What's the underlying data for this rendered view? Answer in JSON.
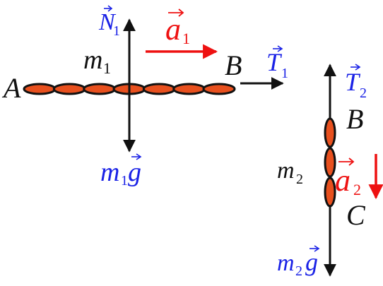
{
  "colors": {
    "force_label": "#1a22e6",
    "acceleration": "#ee1111",
    "chain_fill": "#e8501e",
    "chain_stroke": "#111111",
    "arrow": "#111111",
    "text": "#111111"
  },
  "body1": {
    "mass": {
      "symbol": "m",
      "sub": "1"
    },
    "end_left": "A",
    "end_right": "B",
    "link_count": 7,
    "normal_force": {
      "symbol": "N",
      "sub": "1"
    },
    "weight": {
      "symbol": "m",
      "sub": "1",
      "vec": "g"
    },
    "tension": {
      "symbol": "T",
      "sub": "1"
    },
    "acceleration": {
      "symbol": "a",
      "sub": "1"
    }
  },
  "body2": {
    "mass": {
      "symbol": "m",
      "sub": "2"
    },
    "end_top": "B",
    "end_bottom": "C",
    "link_count": 3,
    "tension": {
      "symbol": "T",
      "sub": "2"
    },
    "weight": {
      "symbol": "m",
      "sub": "2",
      "vec": "g"
    },
    "acceleration": {
      "symbol": "a",
      "sub": "2"
    },
    "icons": [
      "arrow-down-icon",
      "arrow-up-icon"
    ]
  }
}
